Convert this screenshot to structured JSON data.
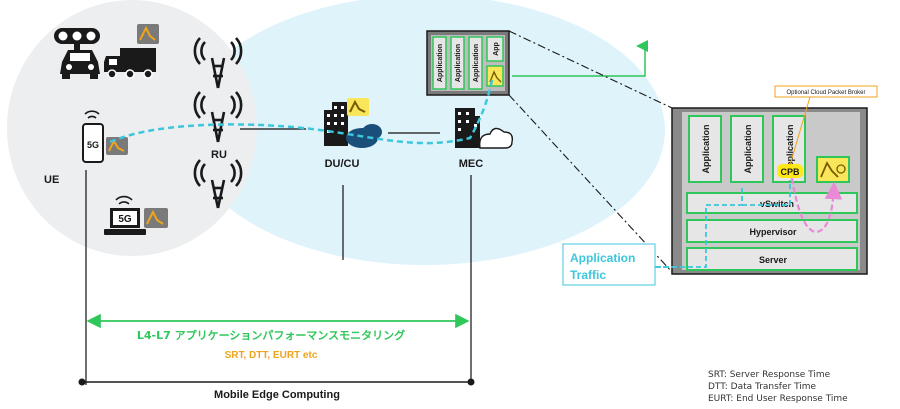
{
  "zones": {
    "ue_label": "UE",
    "ru_label": "RU",
    "ducu_label": "DU/CU",
    "mec_label": "MEC"
  },
  "devices": {
    "phone_badge": "5G",
    "laptop_badge": "5G"
  },
  "mec_rack": {
    "app_slots": [
      "Application",
      "Application",
      "Application"
    ],
    "app_small": "App"
  },
  "server_detail": {
    "broker_callout": "Optional Cloud Packet Broker",
    "apps": [
      "Application",
      "Application",
      "Application"
    ],
    "cpb_label": "CPB",
    "vswitch_label": "vSwitch",
    "hypervisor_label": "Hypervisor",
    "server_label": "Server"
  },
  "app_traffic": {
    "line1": "Application",
    "line2": "Traffic"
  },
  "monitoring": {
    "title": "L4-L7 アプリケーションパフォーマンスモニタリング",
    "metrics": "SRT, DTT, EURT etc"
  },
  "mec_span_label": "Mobile Edge Computing",
  "legend": [
    "SRT: Server Response Time",
    "DTT: Data Transfer Time",
    "EURT: End User Response Time"
  ],
  "colors": {
    "cloud_light": "#dff3fb",
    "cloud_ue": "#eceef0",
    "green": "#2fc65a",
    "cyan": "#3cc7dc",
    "magenta": "#e88ad6",
    "cpb_yellow": "#ffe81a",
    "icon_dark": "#1a1a1a",
    "orange": "#f0a31c"
  }
}
